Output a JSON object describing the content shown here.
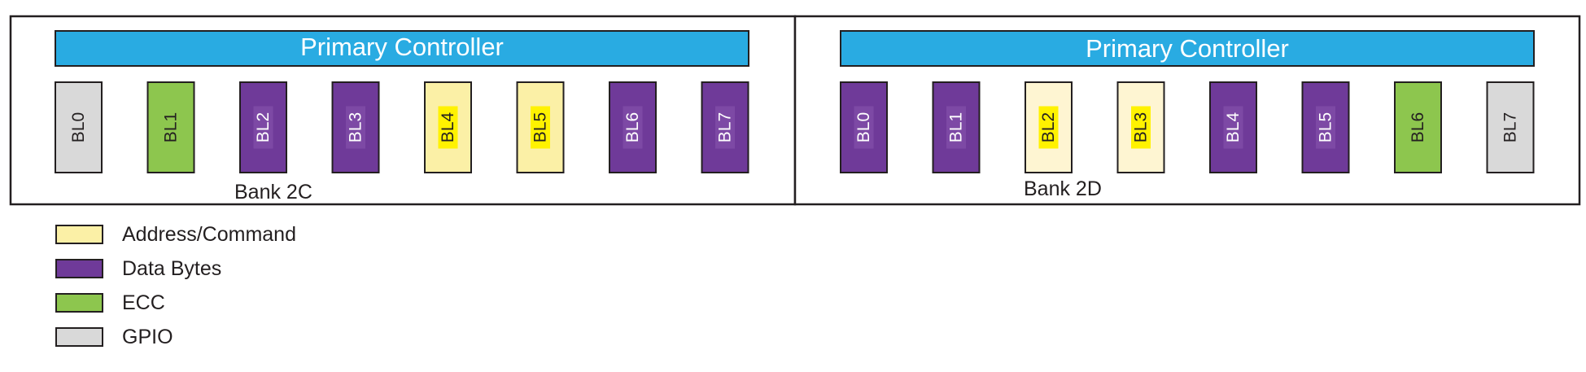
{
  "colors": {
    "controller": "#29ABE2",
    "address_command": "#FBF0A6",
    "address_command_light": "#FEF5D2",
    "data_bytes": "#6F3A99",
    "ecc": "#8DC64E",
    "gpio": "#D9D9D9",
    "highlight": "#FFF200"
  },
  "banks": [
    {
      "name": "Bank 2C",
      "controller_label": "Primary Controller",
      "lanes": [
        {
          "label": "BL0",
          "type": "gpio"
        },
        {
          "label": "BL1",
          "type": "ecc"
        },
        {
          "label": "BL2",
          "type": "data_bytes"
        },
        {
          "label": "BL3",
          "type": "data_bytes"
        },
        {
          "label": "BL4",
          "type": "address_command"
        },
        {
          "label": "BL5",
          "type": "address_command"
        },
        {
          "label": "BL6",
          "type": "data_bytes"
        },
        {
          "label": "BL7",
          "type": "data_bytes"
        }
      ]
    },
    {
      "name": "Bank 2D",
      "controller_label": "Primary Controller",
      "lanes": [
        {
          "label": "BL0",
          "type": "data_bytes"
        },
        {
          "label": "BL1",
          "type": "data_bytes"
        },
        {
          "label": "BL2",
          "type": "address_command_light"
        },
        {
          "label": "BL3",
          "type": "address_command_light"
        },
        {
          "label": "BL4",
          "type": "data_bytes"
        },
        {
          "label": "BL5",
          "type": "data_bytes"
        },
        {
          "label": "BL6",
          "type": "ecc"
        },
        {
          "label": "BL7",
          "type": "gpio"
        }
      ]
    }
  ],
  "legend": [
    {
      "label": "Address/Command",
      "type": "address_command"
    },
    {
      "label": "Data Bytes",
      "type": "data_bytes"
    },
    {
      "label": "ECC",
      "type": "ecc"
    },
    {
      "label": "GPIO",
      "type": "gpio"
    }
  ]
}
